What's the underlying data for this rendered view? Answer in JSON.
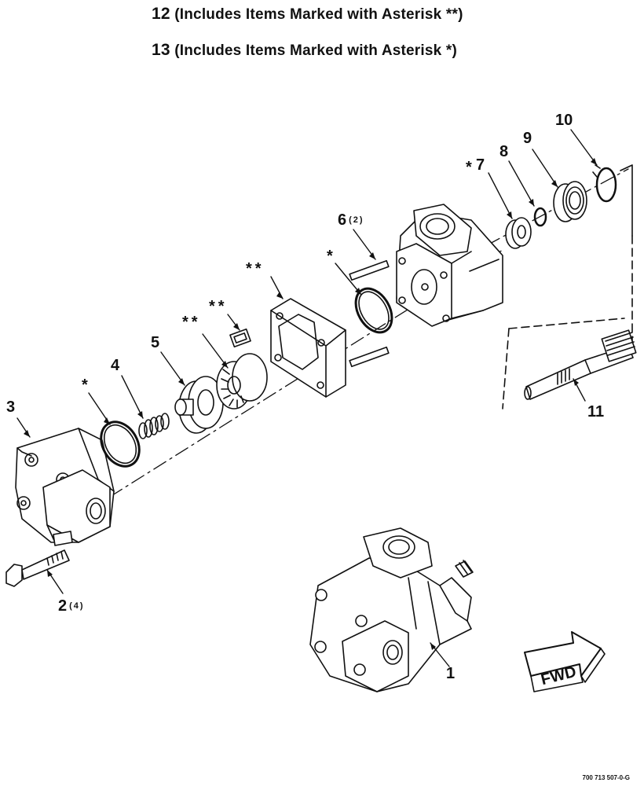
{
  "headers": {
    "line1_number": "12",
    "line1_text": "(Includes Items Marked with Asterisk **)",
    "line2_number": "13",
    "line2_text": "(Includes Items Marked with Asterisk *)"
  },
  "callouts": {
    "c1": "1",
    "c2": "2",
    "c2_qty": "(4)",
    "c3": "3",
    "c4": "4",
    "c5": "5",
    "c6": "6",
    "c6_qty": "(2)",
    "c7": "7",
    "c8": "8",
    "c9": "9",
    "c10": "10",
    "c11": "11"
  },
  "markers": {
    "single": "*",
    "double": "**"
  },
  "fwd_label": "FWD",
  "document_code": "700 713 507-0-G"
}
